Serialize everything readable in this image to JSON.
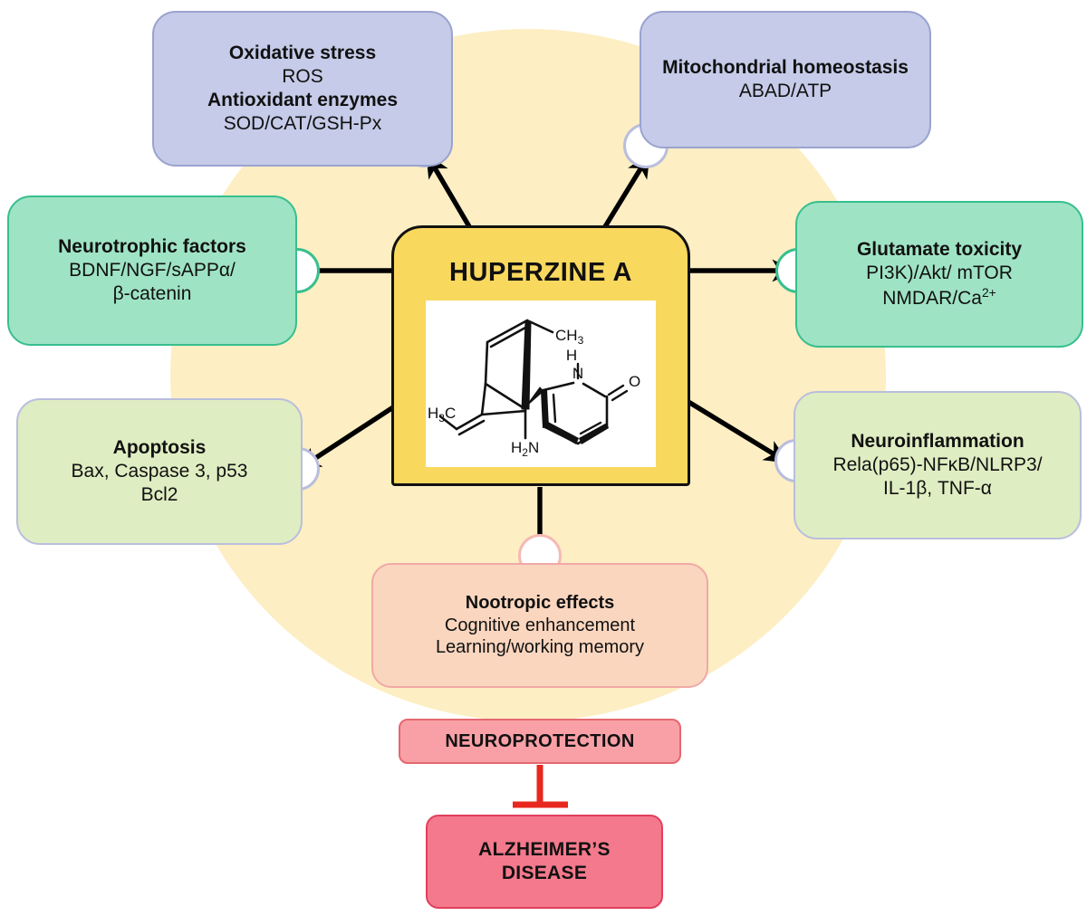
{
  "figure": {
    "kind": "mechanism-diagram",
    "center": {
      "title": "HUPERZINE A",
      "molecule_labels": [
        "CH3",
        "H",
        "O",
        "H3C",
        "H2N"
      ]
    },
    "background_halo_color": "#fdeec3",
    "nodes": [
      {
        "id": "oxidative",
        "heading": "Oxidative stress",
        "line2": "ROS",
        "heading2": "Antioxidant enzymes",
        "line4": "SOD/CAT/GSH-Px",
        "fill": "#c5cbe8",
        "stroke": "#9aa3cf"
      },
      {
        "id": "mitochondrial",
        "heading": "Mitochondrial homeostasis",
        "line2": "ABAD/ATP",
        "fill": "#c5cbe8",
        "stroke": "#9aa3cf"
      },
      {
        "id": "neurotrophic",
        "heading": "Neurotrophic factors",
        "line2": "BDNF/NGF/sAPPα/",
        "line3": "β-catenin",
        "fill": "#9fe3c5",
        "stroke": "#37bf8e"
      },
      {
        "id": "glutamate",
        "heading": "Glutamate toxicity",
        "line2": "PI3K)/Akt/ mTOR",
        "line3_pre": "NMDAR/Ca",
        "line3_sup": "2+",
        "fill": "#9fe3c5",
        "stroke": "#37bf8e"
      },
      {
        "id": "apoptosis",
        "heading": "Apoptosis",
        "line2": "Bax, Caspase 3, p53",
        "line3": "Bcl2",
        "fill": "#dfedc2",
        "stroke": "#b9bedd"
      },
      {
        "id": "neuroinflammation",
        "heading": "Neuroinflammation",
        "line2": "Rela(p65)-NFκB/NLRP3/",
        "line3": "IL-1β, TNF-α",
        "fill": "#dfedc2",
        "stroke": "#b9bedd"
      },
      {
        "id": "nootropic",
        "heading": "Nootropic effects",
        "line2": "Cognitive enhancement",
        "line3": "Learning/working memory",
        "fill": "#fad6bf",
        "stroke": "#f0a9a6"
      },
      {
        "id": "neuroprotection",
        "heading": "NEUROPROTECTION",
        "fill": "#f9a0a6",
        "stroke": "#e4686f"
      },
      {
        "id": "alzheimers",
        "heading": "ALZHEIMER’S",
        "line2": "DISEASE",
        "fill": "#f4798c",
        "stroke": "#e23f5d"
      }
    ],
    "edges": {
      "arrow_color": "#000000",
      "inhibition_color": "#e8281e",
      "inhibition_from": "neuroprotection",
      "inhibition_to": "alzheimers"
    }
  }
}
